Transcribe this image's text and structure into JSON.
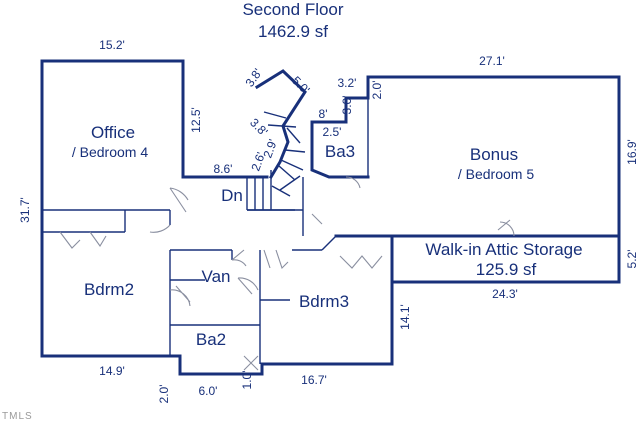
{
  "title": {
    "floor": "Second Floor",
    "area": "1462.9 sf"
  },
  "rooms": {
    "office": {
      "line1": "Office",
      "line2": "/ Bedroom 4"
    },
    "bonus": {
      "line1": "Bonus",
      "line2": "/ Bedroom 5"
    },
    "bath3": "Ba3",
    "down": "Dn",
    "bedroom2": "Bdrm2",
    "vanity": "Van",
    "bedroom3": "Bdrm3",
    "bath2": "Ba2",
    "attic": {
      "line1": "Walk-in Attic Storage",
      "line2": "125.9 sf"
    }
  },
  "dimensions": {
    "office_width": "15.2'",
    "office_depth": "12.5'",
    "left_overall": "31.7'",
    "hall_width": "8.6'",
    "stair_a": "3.8'",
    "stair_b": "5.0'",
    "stair_c": "3.8'",
    "stair_d": "2.9'",
    "stair_e": "2.6'",
    "ba3_a": "3.2'",
    "ba3_b": "8'",
    "ba3_c": "3.0'",
    "ba3_d": "2.5'",
    "bonus_step": "2.0'",
    "bonus_width": "27.1'",
    "bonus_depth": "16.9'",
    "attic_depth": "5.2'",
    "attic_width": "24.3'",
    "bdrm3_depth": "14.1'",
    "bdrm3_width": "16.7'",
    "bdrm2_width": "14.9'",
    "ba2_depth": "2.0'",
    "ba2_width": "6.0'",
    "closet_width": "1.0'"
  },
  "watermark": "TMLS"
}
